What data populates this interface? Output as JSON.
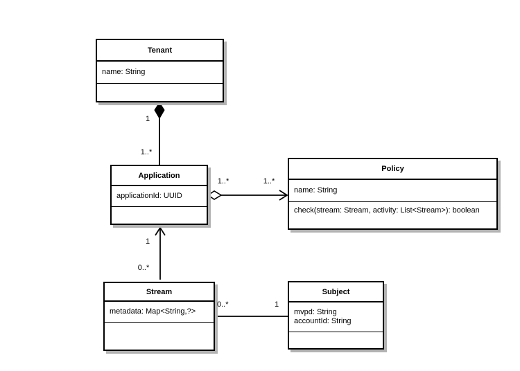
{
  "diagram": {
    "kind": "uml-class-diagram",
    "colors": {
      "background": "#ffffff",
      "box_fill": "#ffffff",
      "border": "#000000",
      "shadow": "#b3b3b3",
      "text": "#000000"
    }
  },
  "classes": {
    "tenant": {
      "name": "Tenant",
      "attributes": [
        "name: String"
      ],
      "methods": []
    },
    "application": {
      "name": "Application",
      "attributes": [
        "applicationId: UUID"
      ],
      "methods": []
    },
    "policy": {
      "name": "Policy",
      "attributes": [
        "name: String"
      ],
      "methods": [
        "check(stream: Stream, activity: List<Stream>): boolean"
      ]
    },
    "stream": {
      "name": "Stream",
      "attributes": [
        "metadata: Map<String,?>"
      ],
      "methods": []
    },
    "subject": {
      "name": "Subject",
      "attributes": [
        "mvpd: String",
        "accountId: String"
      ],
      "methods": []
    }
  },
  "relationships": {
    "tenant_application": {
      "kind": "composition",
      "marker": "filled-diamond",
      "source": "Tenant",
      "target": "Application",
      "source_multiplicity": "1",
      "target_multiplicity": "1..*"
    },
    "application_policy": {
      "kind": "directed-aggregation",
      "marker": "hollow-diamond-and-open-arrow",
      "source": "Application",
      "target": "Policy",
      "source_multiplicity": "1..*",
      "target_multiplicity": "1..*"
    },
    "stream_application": {
      "kind": "directed-association",
      "marker": "open-arrow",
      "source": "Stream",
      "target": "Application",
      "source_multiplicity": "0..*",
      "target_multiplicity": "1"
    },
    "stream_subject": {
      "kind": "association",
      "marker": "none",
      "source": "Stream",
      "target": "Subject",
      "source_multiplicity": "0..*",
      "target_multiplicity": "1"
    }
  }
}
